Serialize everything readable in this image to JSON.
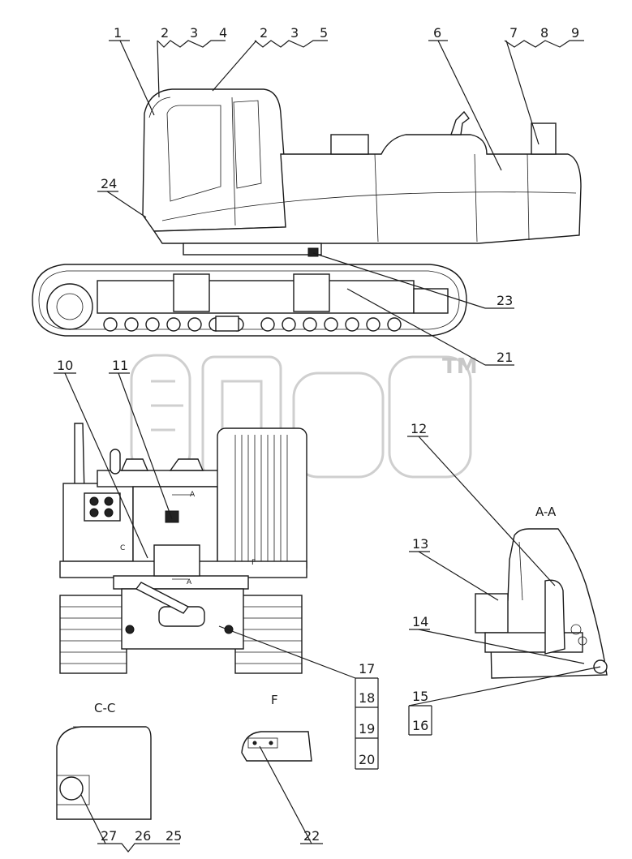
{
  "callouts": {
    "c1": "1",
    "c2a": "2",
    "c3a": "3",
    "c4": "4",
    "c2b": "2",
    "c3b": "3",
    "c5": "5",
    "c6": "6",
    "c7": "7",
    "c8": "8",
    "c9": "9",
    "c10": "10",
    "c11": "11",
    "c12": "12",
    "c13": "13",
    "c14": "14",
    "c15": "15",
    "c16": "16",
    "c17": "17",
    "c18": "18",
    "c19": "19",
    "c20": "20",
    "c21": "21",
    "c22": "22",
    "c23": "23",
    "c24": "24",
    "c25": "25",
    "c26": "26",
    "c27": "27"
  },
  "views": {
    "section_aa": "A-A",
    "section_cc": "C-C",
    "view_f": "F",
    "marker_a_top": "A",
    "marker_a_bottom": "A",
    "marker_f": "F",
    "marker_c": "C"
  },
  "watermark": {
    "trademark": "TM"
  }
}
